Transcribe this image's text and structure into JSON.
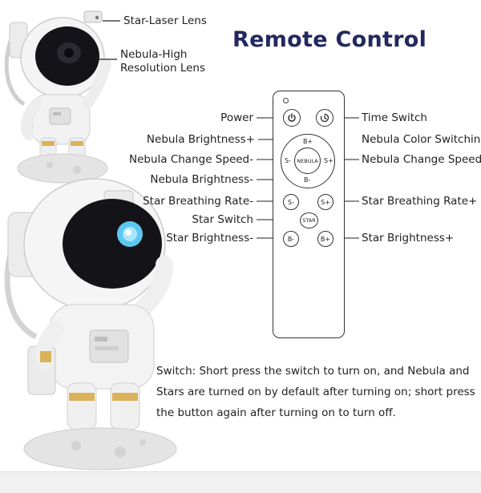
{
  "title": "Remote Control",
  "lens_labels": {
    "star_laser": "Star-Laser Lens",
    "nebula_line1": "Nebula-High",
    "nebula_line2": "Resolution Lens"
  },
  "remote_labels": {
    "power": "Power",
    "time_switch": "Time Switch",
    "nebula_brightness_plus": "Nebula Brightness+",
    "nebula_color_switching": "Nebula Color Switching",
    "nebula_speed_minus": "Nebula Change Speed-",
    "nebula_speed_plus": "Nebula Change Speed+",
    "nebula_brightness_minus": "Nebula Brightness-",
    "star_breathing_minus": "Star Breathing Rate-",
    "star_breathing_plus": "Star Breathing Rate+",
    "star_switch": "Star Switch",
    "star_brightness_minus": "Star Brightness-",
    "star_brightness_plus": "Star Brightness+"
  },
  "buttons": {
    "b_plus": "B+",
    "b_minus": "B-",
    "s_minus": "S-",
    "s_plus": "S+",
    "nebula": "NEBULA",
    "star": "STAR"
  },
  "description": "Switch: Short press the switch to turn on, and Nebula and Stars are turned on by default after turning on; short press the button again after turning on to turn off.",
  "colors": {
    "title": "#23285e",
    "visor": "#141418",
    "nebula_glow": "#5ec8f0",
    "gold": "#d9b25a"
  }
}
